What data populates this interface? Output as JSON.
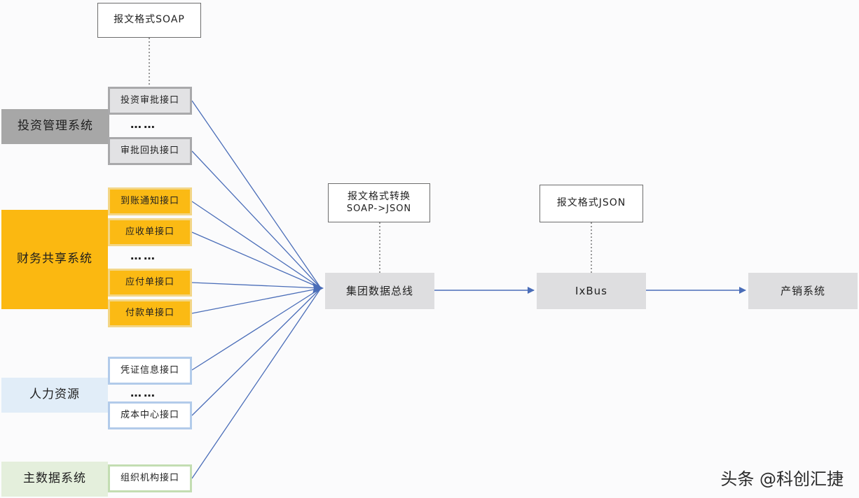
{
  "notes": {
    "soap": "报文格式SOAP",
    "convert_line1": "报文格式转换",
    "convert_line2": "SOAP->JSON",
    "json": "报文格式JSON"
  },
  "systems": {
    "invest": "投资管理系统",
    "finance": "财务共享系统",
    "hr": "人力资源",
    "master": "主数据系统"
  },
  "interfaces": {
    "invest_approval": "投资审批接口",
    "approval_receipt": "审批回执接口",
    "arrival_notice": "到账通知接口",
    "receivable": "应收单接口",
    "payable": "应付单接口",
    "payment": "付款单接口",
    "voucher": "凭证信息接口",
    "cost_center": "成本中心接口",
    "org_structure": "组织机构接口"
  },
  "ellipsis": "……",
  "hubs": {
    "bus": "集团数据总线",
    "ixbus": "IxBus",
    "target": "产销系统"
  },
  "watermark": "头条 @科创汇捷",
  "colors": {
    "connector": "#4a6db8",
    "dotted": "#555555"
  }
}
